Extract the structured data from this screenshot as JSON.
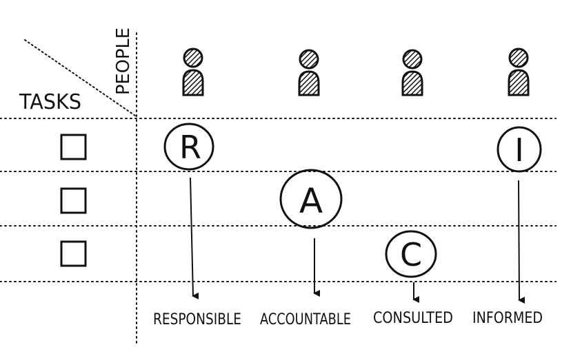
{
  "header": {
    "row_axis_label": "TASKS",
    "column_axis_label": "PEOPLE"
  },
  "people": [
    {
      "icon": "person-icon"
    },
    {
      "icon": "person-icon"
    },
    {
      "icon": "person-icon"
    },
    {
      "icon": "person-icon"
    }
  ],
  "tasks": [
    {
      "icon": "checkbox-icon",
      "checked": false
    },
    {
      "icon": "checkbox-icon",
      "checked": false
    },
    {
      "icon": "checkbox-icon",
      "checked": false
    }
  ],
  "assignments": [
    {
      "letter": "R",
      "task": 1,
      "person": 1
    },
    {
      "letter": "A",
      "task": 2,
      "person": 2
    },
    {
      "letter": "C",
      "task": 3,
      "person": 3
    },
    {
      "letter": "I",
      "task": 1,
      "person": 4
    }
  ],
  "roles": [
    {
      "label": "RESPONSIBLE"
    },
    {
      "label": "ACCOUNTABLE"
    },
    {
      "label": "CONSULTED"
    },
    {
      "label": "INFORMED"
    }
  ],
  "colors": {
    "ink": "#111111",
    "icon_fill": "#3a3a3a",
    "background": "#ffffff"
  }
}
